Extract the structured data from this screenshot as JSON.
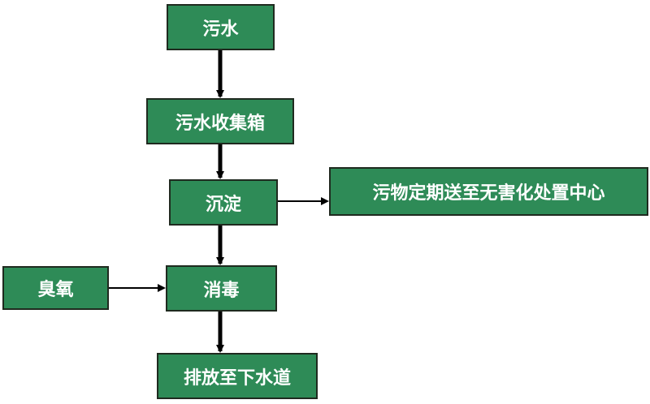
{
  "diagram": {
    "nodes": {
      "wushui": "污水",
      "shoujixiang": "污水收集箱",
      "chendian": "沉淀",
      "chuzhi": "污物定期送至无害化处置中心",
      "chouyang": "臭氧",
      "xiaodu": "消毒",
      "paifang": "排放至下水道"
    },
    "edges": [
      {
        "from": "wushui",
        "to": "shoujixiang"
      },
      {
        "from": "shoujixiang",
        "to": "chendian"
      },
      {
        "from": "chendian",
        "to": "chuzhi"
      },
      {
        "from": "chendian",
        "to": "xiaodu"
      },
      {
        "from": "chouyang",
        "to": "xiaodu"
      },
      {
        "from": "xiaodu",
        "to": "paifang"
      }
    ],
    "colors": {
      "node_fill": "#2e8b57",
      "node_border": "#1f2a1f",
      "node_text": "#ffffff",
      "arrow": "#000000"
    }
  }
}
